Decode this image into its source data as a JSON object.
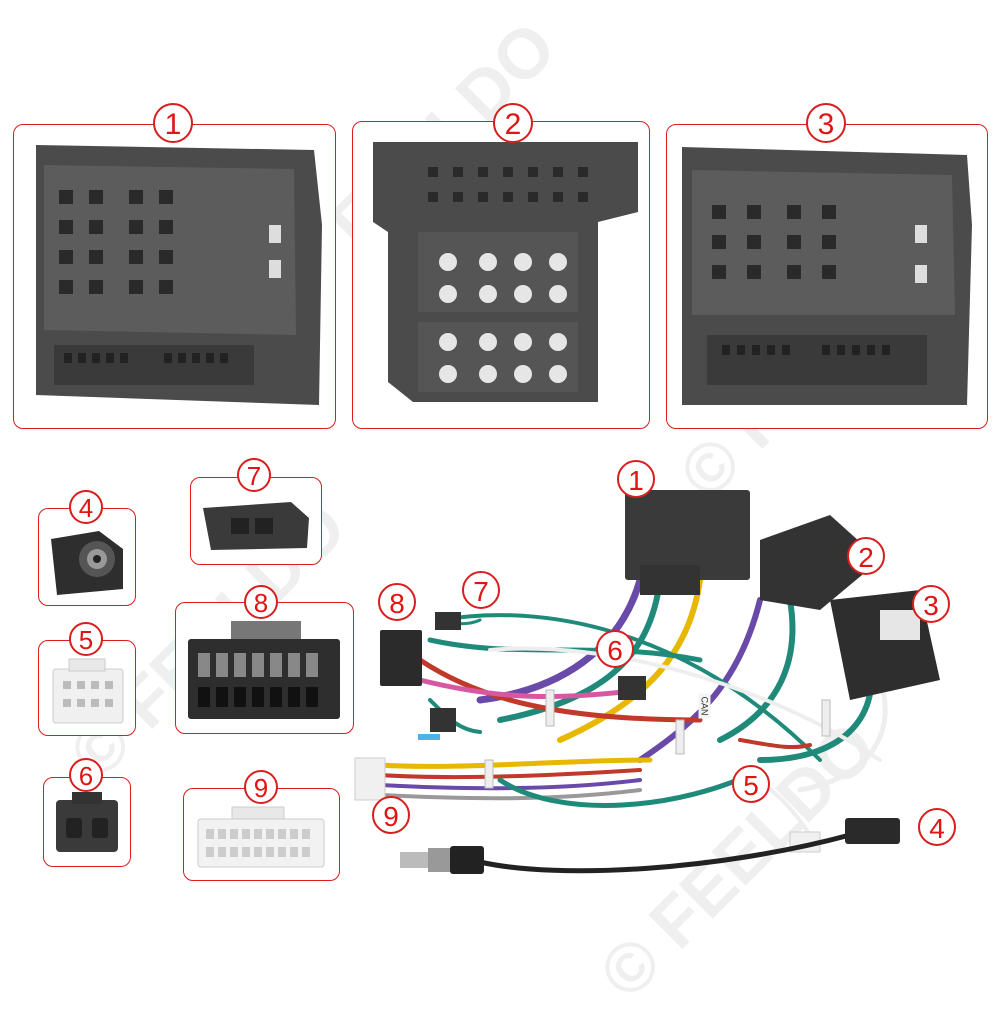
{
  "watermark": "FEELDO",
  "copyright_symbol": "©",
  "top_connectors": [
    {
      "label": "1"
    },
    {
      "label": "2"
    },
    {
      "label": "3"
    }
  ],
  "small_parts": [
    {
      "label": "4"
    },
    {
      "label": "5"
    },
    {
      "label": "6"
    },
    {
      "label": "7"
    },
    {
      "label": "8"
    },
    {
      "label": "9"
    }
  ],
  "harness_callouts": [
    {
      "label": "1"
    },
    {
      "label": "2"
    },
    {
      "label": "3"
    },
    {
      "label": "4"
    },
    {
      "label": "5"
    },
    {
      "label": "6"
    },
    {
      "label": "7"
    },
    {
      "label": "8"
    },
    {
      "label": "9"
    }
  ],
  "harness_tag": "CAN",
  "colors": {
    "accent_red": "#d81e1e",
    "connector_gray": "#4a4a4a",
    "connector_white": "#f2f2f2",
    "wire_green": "#1f8a7a",
    "wire_purple": "#6a4aa8",
    "wire_yellow": "#e8b800",
    "wire_red": "#c0392b",
    "wire_white": "#eeeeee"
  }
}
